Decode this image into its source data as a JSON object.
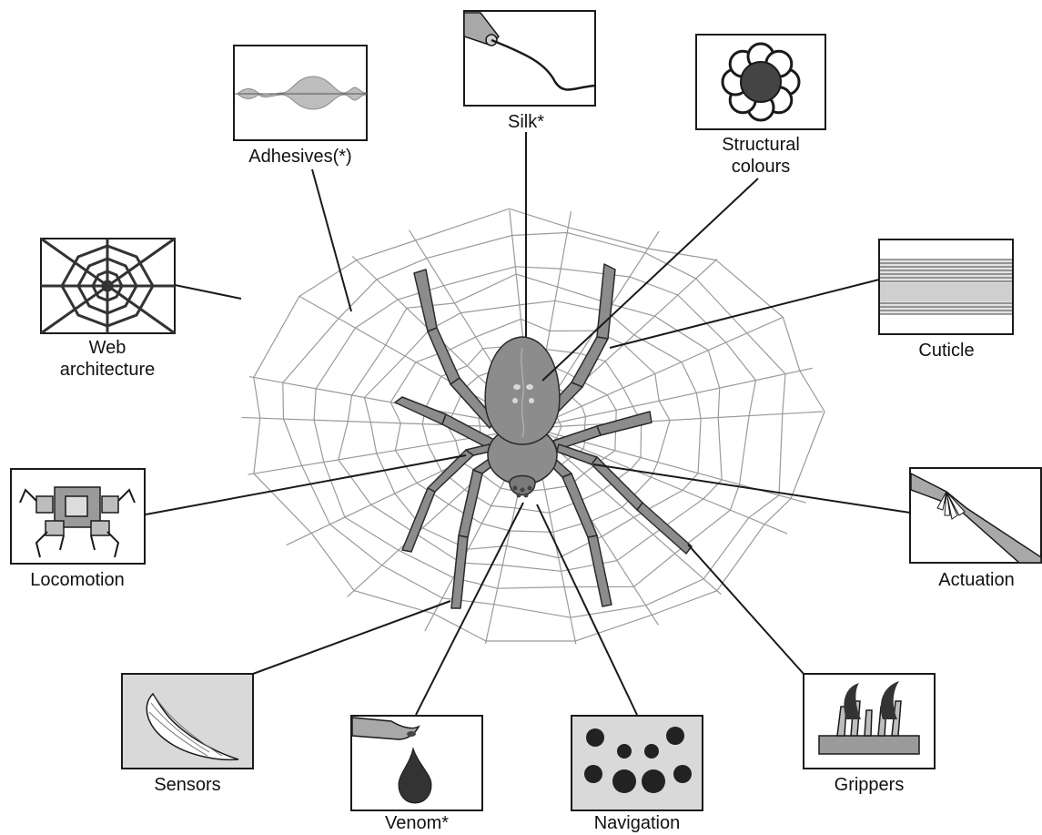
{
  "topics": [
    {
      "id": "silk",
      "lines": [
        "Silk*"
      ],
      "icon": "silk-thread-icon"
    },
    {
      "id": "adhesives",
      "lines": [
        "Adhesives(*)"
      ],
      "icon": "glue-droplet-icon"
    },
    {
      "id": "structural-colours",
      "lines": [
        "Structural",
        "colours"
      ],
      "icon": "flower-pattern-icon"
    },
    {
      "id": "web-architecture",
      "lines": [
        "Web",
        "architecture"
      ],
      "icon": "spider-web-icon"
    },
    {
      "id": "cuticle",
      "lines": [
        "Cuticle"
      ],
      "icon": "layered-cuticle-icon"
    },
    {
      "id": "locomotion",
      "lines": [
        "Locomotion"
      ],
      "icon": "hexapod-robot-icon"
    },
    {
      "id": "actuation",
      "lines": [
        "Actuation"
      ],
      "icon": "folding-joint-icon"
    },
    {
      "id": "sensors",
      "lines": [
        "Sensors"
      ],
      "icon": "ribbed-hair-icon"
    },
    {
      "id": "venom",
      "lines": [
        "Venom*"
      ],
      "icon": "fang-drop-icon"
    },
    {
      "id": "navigation",
      "lines": [
        "Navigation"
      ],
      "icon": "eyes-dots-icon"
    },
    {
      "id": "grippers",
      "lines": [
        "Grippers"
      ],
      "icon": "hairy-claw-icon"
    }
  ],
  "colors": {
    "line": "#1a1a1a",
    "web": "#9a9a9a",
    "spider_body": "#8c8c8c",
    "spider_light": "#b5b5b5",
    "panel_gray": "#d9d9d9"
  }
}
